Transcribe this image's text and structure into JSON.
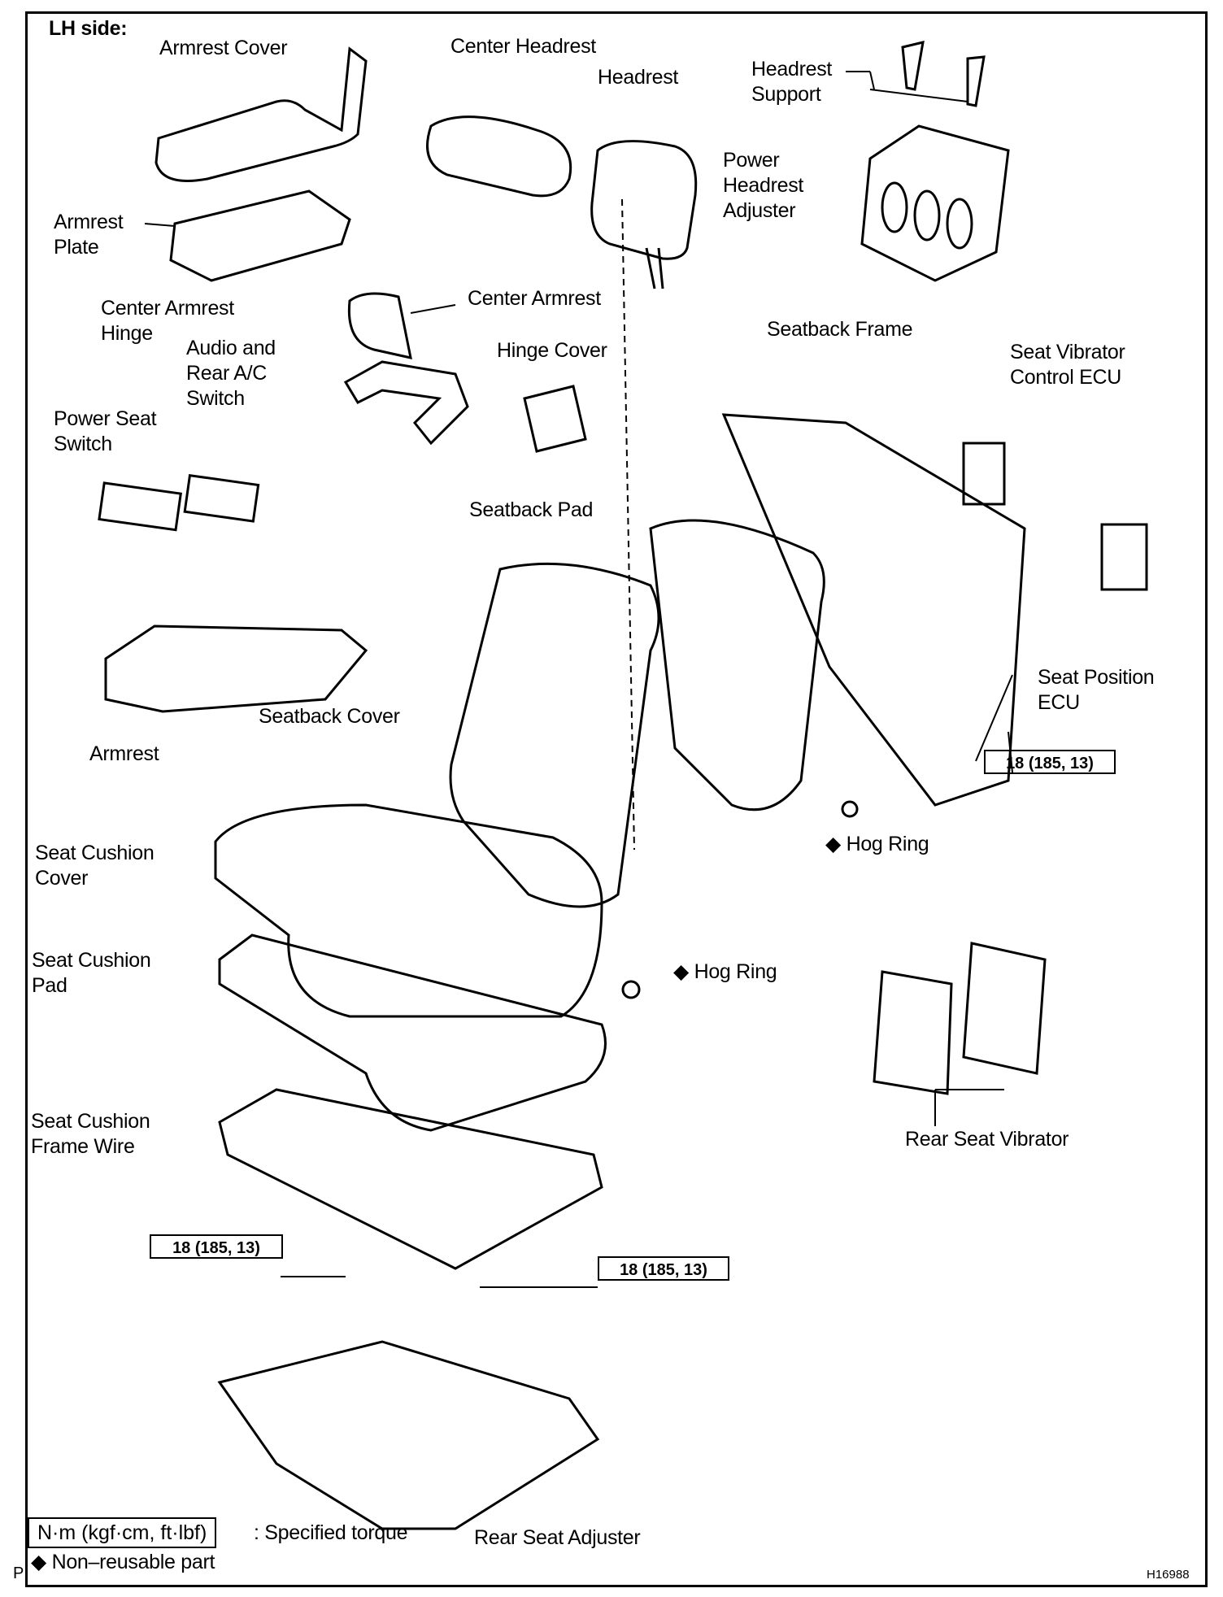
{
  "title": "LH side:",
  "labels": {
    "armrest_cover": "Armrest Cover",
    "center_headrest": "Center Headrest",
    "headrest": "Headrest",
    "headrest_support": [
      "Headrest",
      "Support"
    ],
    "power_headrest_adjuster": [
      "Power",
      "Headrest",
      "Adjuster"
    ],
    "armrest_plate": [
      "Armrest",
      "Plate"
    ],
    "center_armrest": "Center Armrest",
    "center_armrest_hinge": [
      "Center Armrest",
      "Hinge"
    ],
    "audio_switch": [
      "Audio and",
      "Rear A/C",
      "Switch"
    ],
    "hinge_cover": "Hinge Cover",
    "seatback_frame": "Seatback Frame",
    "seat_vibrator_ecu": [
      "Seat Vibrator",
      "Control ECU"
    ],
    "power_seat_switch": [
      "Power Seat",
      "Switch"
    ],
    "seatback_pad": "Seatback Pad",
    "seat_position_ecu": [
      "Seat Position",
      "ECU"
    ],
    "armrest": "Armrest",
    "seatback_cover": "Seatback Cover",
    "hog_ring_1": "◆ Hog Ring",
    "seat_cushion_cover": [
      "Seat Cushion",
      "Cover"
    ],
    "seat_cushion_pad": [
      "Seat Cushion",
      "Pad"
    ],
    "hog_ring_2": "◆ Hog Ring",
    "rear_seat_vibrator": "Rear Seat Vibrator",
    "seat_cushion_frame_wire": [
      "Seat Cushion",
      "Frame Wire"
    ],
    "rear_seat_adjuster": "Rear Seat Adjuster"
  },
  "torque": [
    "18 (185, 13)",
    "18 (185, 13)",
    "18 (185, 13)"
  ],
  "legend": {
    "unit_box": "N·m (kgf·cm, ft·lbf)",
    "specified_torque": ": Specified torque",
    "non_reusable": "◆ Non–reusable part"
  },
  "corner_mark": "P",
  "figure_id": "H16988"
}
